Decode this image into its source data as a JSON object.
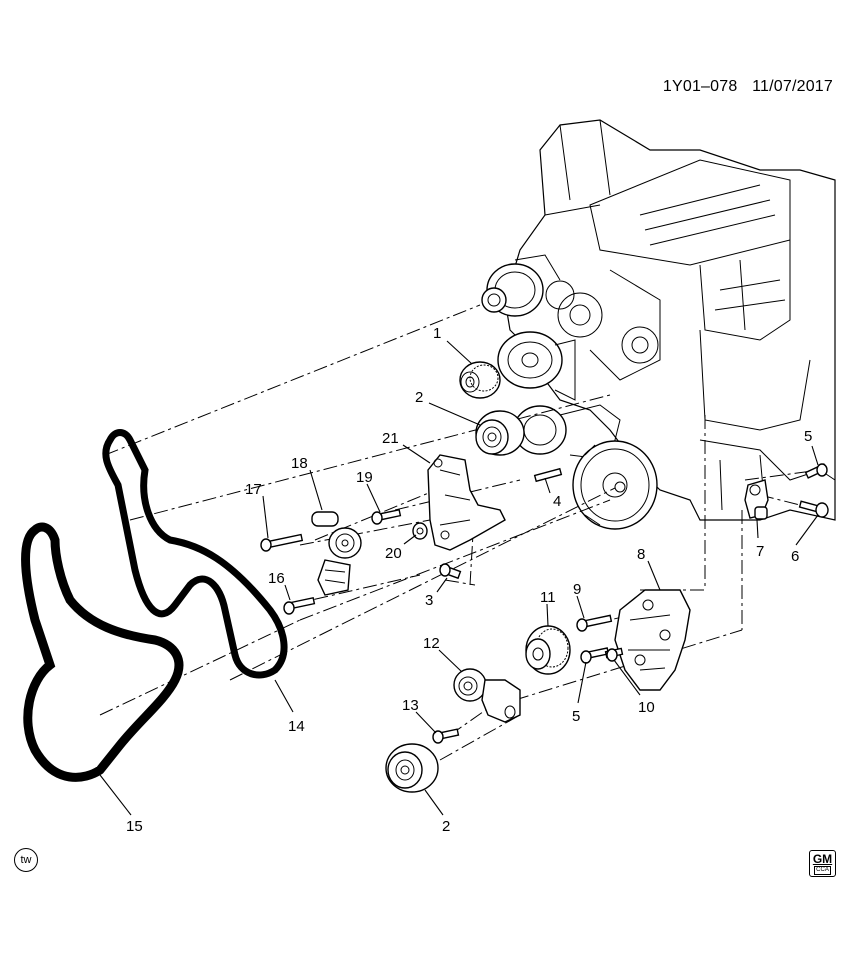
{
  "header": {
    "diagram_id": "1Y01–078",
    "date": "11/07/2017"
  },
  "badges": {
    "left_code": "tw",
    "logo_letters": "GM",
    "logo_sub": "CCA"
  },
  "callouts": {
    "c1": "1",
    "c2a": "2",
    "c2b": "2",
    "c3": "3",
    "c4": "4",
    "c5a": "5",
    "c5b": "5",
    "c6": "6",
    "c7": "7",
    "c8": "8",
    "c9": "9",
    "c10": "10",
    "c11": "11",
    "c12": "12",
    "c13": "13",
    "c14": "14",
    "c15": "15",
    "c16": "16",
    "c17": "17",
    "c18": "18",
    "c19": "19",
    "c20": "20",
    "c21": "21"
  },
  "icons": {
    "left_badge": "tw-circle-icon",
    "logo": "gm-logo-icon"
  }
}
